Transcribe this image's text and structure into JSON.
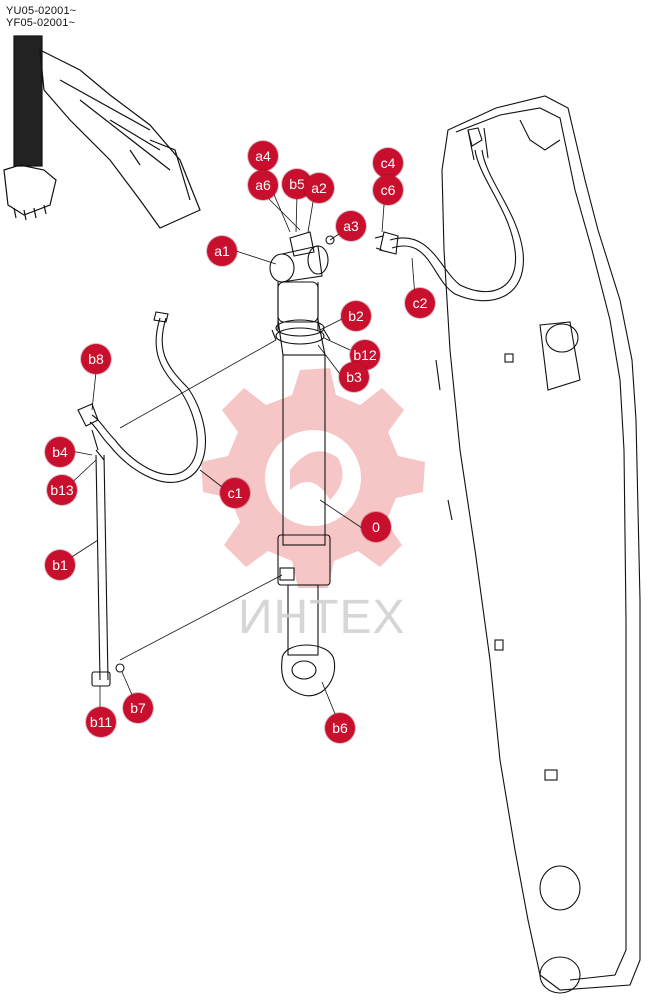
{
  "header": {
    "serial_line_1": "YU05-02001~",
    "serial_line_2": "YF05-02001~"
  },
  "watermark": {
    "text": "ИНТЕХ",
    "gear_color": "#f3b3b3"
  },
  "colors": {
    "callout": "#c8102e",
    "line": "#111111"
  },
  "callouts": [
    {
      "id": "a1",
      "label": "a1"
    },
    {
      "id": "a2",
      "label": "a2"
    },
    {
      "id": "a3",
      "label": "a3"
    },
    {
      "id": "a4",
      "label": "a4"
    },
    {
      "id": "a6",
      "label": "a6"
    },
    {
      "id": "b5",
      "label": "b5"
    },
    {
      "id": "c4",
      "label": "c4"
    },
    {
      "id": "c6",
      "label": "c6"
    },
    {
      "id": "c2",
      "label": "c2"
    },
    {
      "id": "b2",
      "label": "b2"
    },
    {
      "id": "b12",
      "label": "b12"
    },
    {
      "id": "b3",
      "label": "b3"
    },
    {
      "id": "b8",
      "label": "b8"
    },
    {
      "id": "b4",
      "label": "b4"
    },
    {
      "id": "b13",
      "label": "b13"
    },
    {
      "id": "c1",
      "label": "c1"
    },
    {
      "id": "0",
      "label": "0"
    },
    {
      "id": "b1",
      "label": "b1"
    },
    {
      "id": "b7",
      "label": "b7"
    },
    {
      "id": "b11",
      "label": "b11"
    },
    {
      "id": "b6",
      "label": "b6"
    }
  ]
}
